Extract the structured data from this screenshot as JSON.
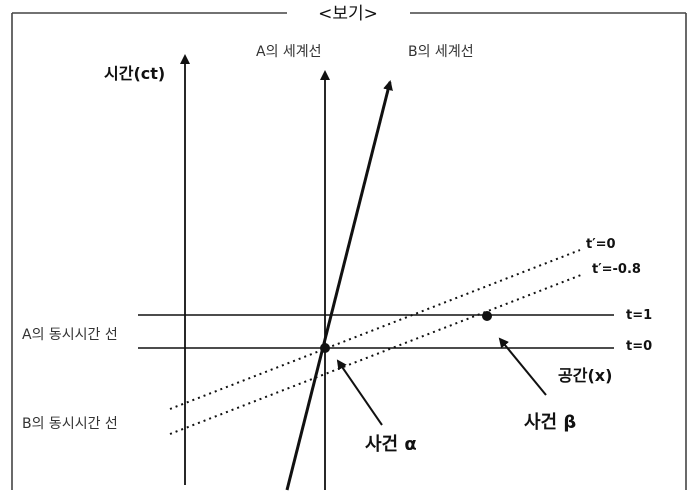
{
  "box_title": "<보기>",
  "axes": {
    "time_label": "시간(ct)",
    "space_label": "공간(x)"
  },
  "worldlines": {
    "a": "A의 세계선",
    "b": "B의 세계선"
  },
  "simultaneity": {
    "a": "A의 동시시간 선",
    "b": "B의 동시시간 선"
  },
  "time_lines": {
    "t1": "t=1",
    "t0": "t=0",
    "tp0": "t′=0",
    "tpm08": "t′=-0.8"
  },
  "events": {
    "alpha": "사건 α",
    "beta": "사건 β"
  },
  "colors": {
    "ink": "#111111",
    "frame": "#444444",
    "soft_text": "#333333"
  }
}
